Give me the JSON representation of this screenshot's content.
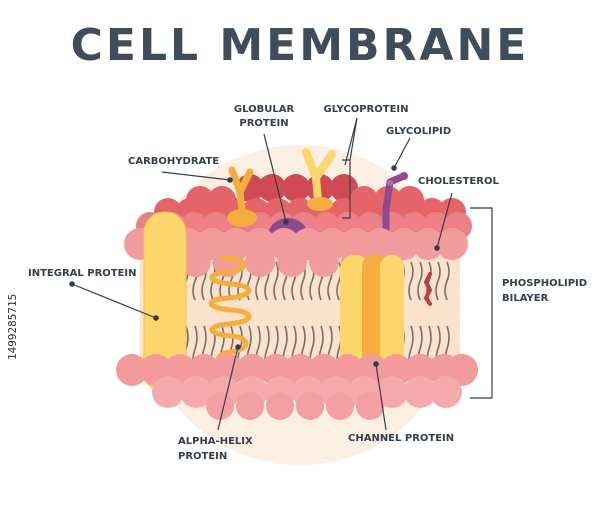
{
  "title": "CELL MEMBRANE",
  "labels": {
    "globular_protein": [
      "GLOBULAR",
      "PROTEIN"
    ],
    "glycoprotein": "GLYCOPROTEIN",
    "glycolipid": "GLYCOLIPID",
    "carbohydrate": "CARBOHYDRATE",
    "cholesterol": "CHOLESTEROL",
    "integral_protein": "INTEGRAL PROTEIN",
    "phospholipid_bilayer": [
      "PHOSPHOLIPID",
      "BILAYER"
    ],
    "alpha_helix_protein": [
      "ALPHA-HELIX",
      "PROTEIN"
    ],
    "channel_protein": "CHANNEL PROTEIN"
  },
  "side_text": "1499285715",
  "colors": {
    "title": "#3f4d5a",
    "label": "#333f4c",
    "background_circle": "#fbeee3",
    "head_pink": "#f29a9c",
    "head_red": "#e4646a",
    "head_dark": "#cf4a55",
    "tail": "#7a7070",
    "interior": "#fbe2cd",
    "protein_yellow": "#fcd56b",
    "protein_orange": "#f5ad3f",
    "globular_purple": "#8e4a8e",
    "cholesterol_red": "#c0403e"
  }
}
